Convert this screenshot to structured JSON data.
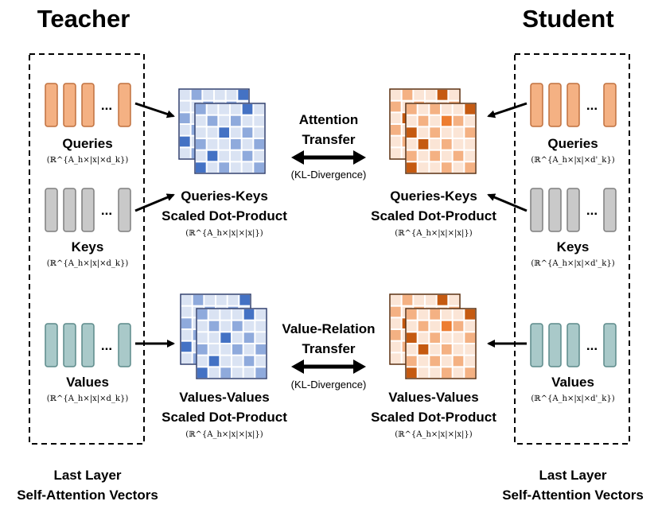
{
  "teacher": {
    "title": "Teacher",
    "queries": {
      "label": "Queries",
      "dim": "(ℝ^{A_h×|x|×d_k})"
    },
    "keys": {
      "label": "Keys",
      "dim": "(ℝ^{A_h×|x|×d_k})"
    },
    "values": {
      "label": "Values",
      "dim": "(ℝ^{A_h×|x|×d_k})"
    },
    "qk": {
      "line1": "Queries-Keys",
      "line2": "Scaled Dot-Product",
      "dim": "(ℝ^{A_h×|x|×|x|})"
    },
    "vv": {
      "line1": "Values-Values",
      "line2": "Scaled Dot-Product",
      "dim": "(ℝ^{A_h×|x|×|x|})"
    },
    "footer": {
      "line1": "Last Layer",
      "line2": "Self-Attention Vectors"
    }
  },
  "student": {
    "title": "Student",
    "queries": {
      "label": "Queries",
      "dim": "(ℝ^{A_h×|x|×d'_k})"
    },
    "keys": {
      "label": "Keys",
      "dim": "(ℝ^{A_h×|x|×d'_k})"
    },
    "values": {
      "label": "Values",
      "dim": "(ℝ^{A_h×|x|×d'_k})"
    },
    "qk": {
      "line1": "Queries-Keys",
      "line2": "Scaled Dot-Product",
      "dim": "(ℝ^{A_h×|x|×|x|})"
    },
    "vv": {
      "line1": "Values-Values",
      "line2": "Scaled Dot-Product",
      "dim": "(ℝ^{A_h×|x|×|x|})"
    },
    "footer": {
      "line1": "Last Layer",
      "line2": "Self-Attention Vectors"
    }
  },
  "transfers": {
    "attention": {
      "line1": "Attention",
      "line2": "Transfer",
      "note": "(KL-Divergence)"
    },
    "value_relation": {
      "line1": "Value-Relation",
      "line2": "Transfer",
      "note": "(KL-Divergence)"
    }
  },
  "ellipsis": "...",
  "colors": {
    "queries_fill": "#f4b183",
    "queries_stroke": "#c0703e",
    "keys_fill": "#c9c9c9",
    "keys_stroke": "#7f7f7f",
    "values_fill": "#a9c9c9",
    "values_stroke": "#5c8a8a",
    "blue_light": "#dae3f3",
    "blue_mid": "#8faadc",
    "blue_dark": "#4472c4",
    "blue_border": "#2f3f6f",
    "orange_light": "#fbe5d6",
    "orange_mid": "#f4b183",
    "orange_dark": "#c55a11",
    "orange_bright": "#ed7d31",
    "orange_border": "#5a2d0c"
  }
}
